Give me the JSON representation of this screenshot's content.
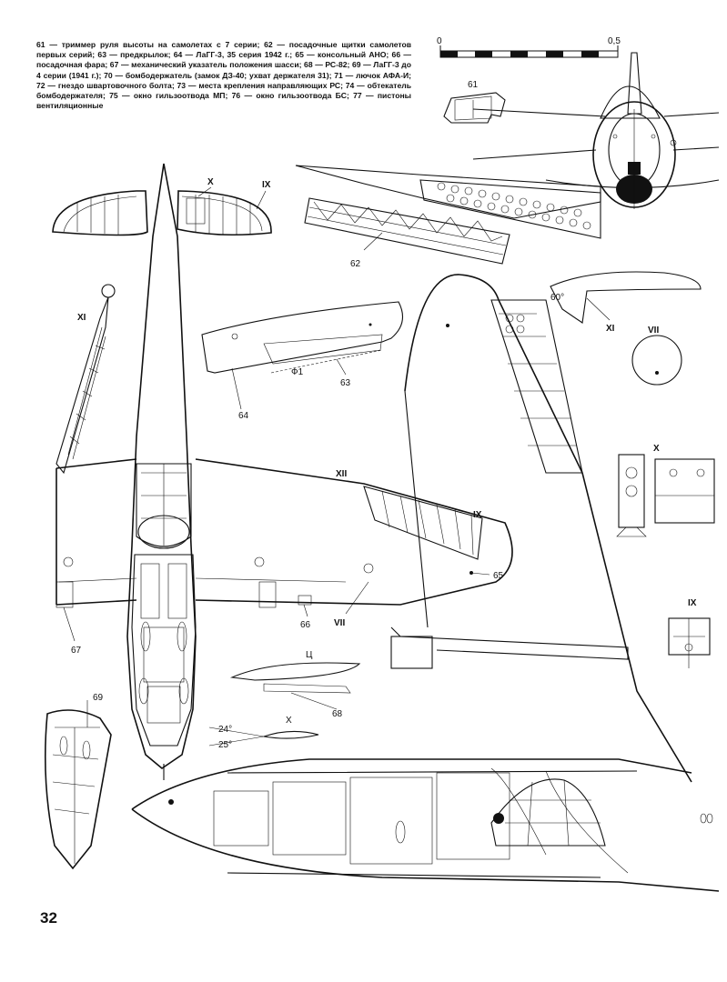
{
  "legend_text": "61 — триммер руля высоты на самолетах с 7 серии; 62 — посадочные щитки самолетов первых серий; 63 — предкрылок; 64 — ЛаГГ-3, 35 серия 1942 г.; 65 — консольный АНО; 66 — посадочная фара; 67 — механический указатель положения шасси; 68 — РС-82; 69 — ЛаГГ-3 до 4 серии (1941 г.); 70 — бомбодержатель (замок ДЗ-40; ухват держателя 31); 71 — лючок АФА-И; 72 — гнездо швартовочного болта; 73 — места крепления направляющих РС; 74 — обтекатель бомбодержателя; 75 — окно гильзоотвода МП; 76 — окно гильзоотвода БС; 77 — пистоны вентиляционные",
  "page_number": "32",
  "scale": {
    "min": "0",
    "max": "0,5"
  },
  "callouts": {
    "c61": "61",
    "c62": "62",
    "c63": "63",
    "c64": "64",
    "c65": "65",
    "c66": "66",
    "c67": "67",
    "c68": "68",
    "c69": "69",
    "sec_IX_a": "IX",
    "sec_IX_b": "IX",
    "sec_IX_c": "IX",
    "sec_X_a": "X",
    "sec_X_b": "X",
    "sec_X_c": "X",
    "sec_XI_a": "XI",
    "sec_XI_b": "XI",
    "sec_XII": "XII",
    "sec_VII_a": "VII",
    "sec_VII_b": "VII",
    "mark_F1": "Ф1",
    "mark_C": "Ц",
    "angle_60": "60°",
    "angle_24": "24°",
    "angle_25": "25°"
  }
}
